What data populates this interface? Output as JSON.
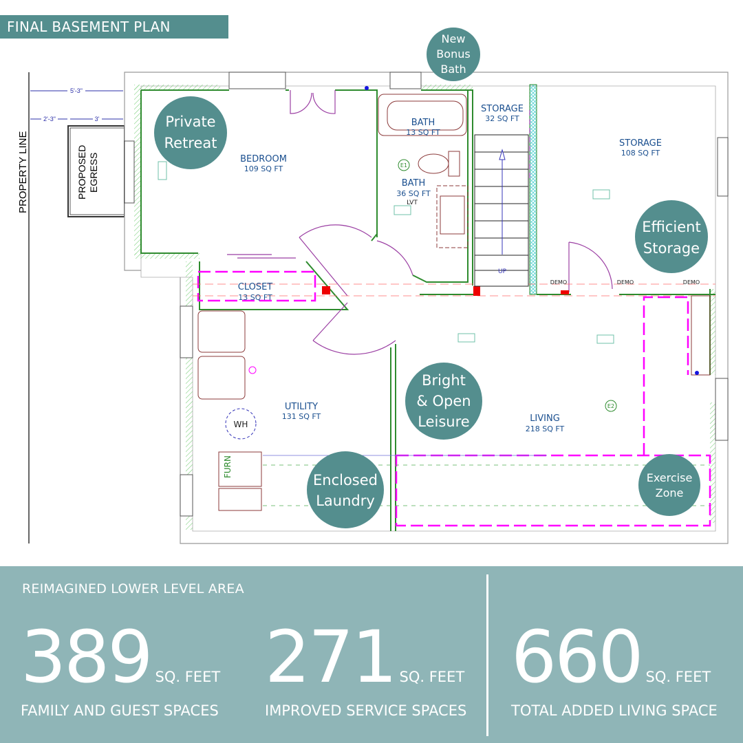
{
  "title": "FINAL BASEMENT PLAN",
  "plan": {
    "property_line": "PROPERTY LINE",
    "proposed_egress": [
      "PROPOSED",
      "EGRESS"
    ],
    "dimensions": [
      "5'-3\"",
      "2'-3\"",
      "3'"
    ],
    "rooms": [
      {
        "name": "BEDROOM",
        "area": "109 SQ FT"
      },
      {
        "name": "BATH",
        "area": "13 SQ FT"
      },
      {
        "name": "STORAGE",
        "area": "32 SQ FT"
      },
      {
        "name": "BATH",
        "area": "36 SQ FT",
        "note": "LVT"
      },
      {
        "name": "STORAGE",
        "area": "108 SQ FT"
      },
      {
        "name": "CLOSET",
        "area": "13 SQ FT"
      },
      {
        "name": "UTILITY",
        "area": "131 SQ FT"
      },
      {
        "name": "LIVING",
        "area": "218 SQ FT"
      }
    ],
    "fixtures": {
      "water_heater": "WH",
      "furnace": "FURN",
      "stairs": "UP",
      "demo": "DEMO",
      "e1": "E1",
      "e2": "E2"
    },
    "callouts": [
      [
        "Private",
        "Retreat"
      ],
      [
        "New",
        "Bonus",
        "Bath"
      ],
      [
        "Efficient",
        "Storage"
      ],
      [
        "Bright",
        "& Open",
        "Leisure"
      ],
      [
        "Enclosed",
        "Laundry"
      ],
      [
        "Exercise",
        "Zone"
      ]
    ]
  },
  "summary": {
    "heading": "REIMAGINED LOWER LEVEL AREA",
    "stats": [
      {
        "value": "389",
        "unit": "SQ. FEET",
        "label": "FAMILY AND GUEST SPACES"
      },
      {
        "value": "271",
        "unit": "SQ. FEET",
        "label": "IMPROVED SERVICE SPACES"
      },
      {
        "value": "660",
        "unit": "SQ. FEET",
        "label": "TOTAL ADDED LIVING SPACE"
      }
    ]
  },
  "colors": {
    "teal": "#548e8e",
    "panel": "#8fb5b7",
    "wall": "#2e8b2e",
    "room_text": "#1a4f8f",
    "magenta": "#ff00ff"
  }
}
